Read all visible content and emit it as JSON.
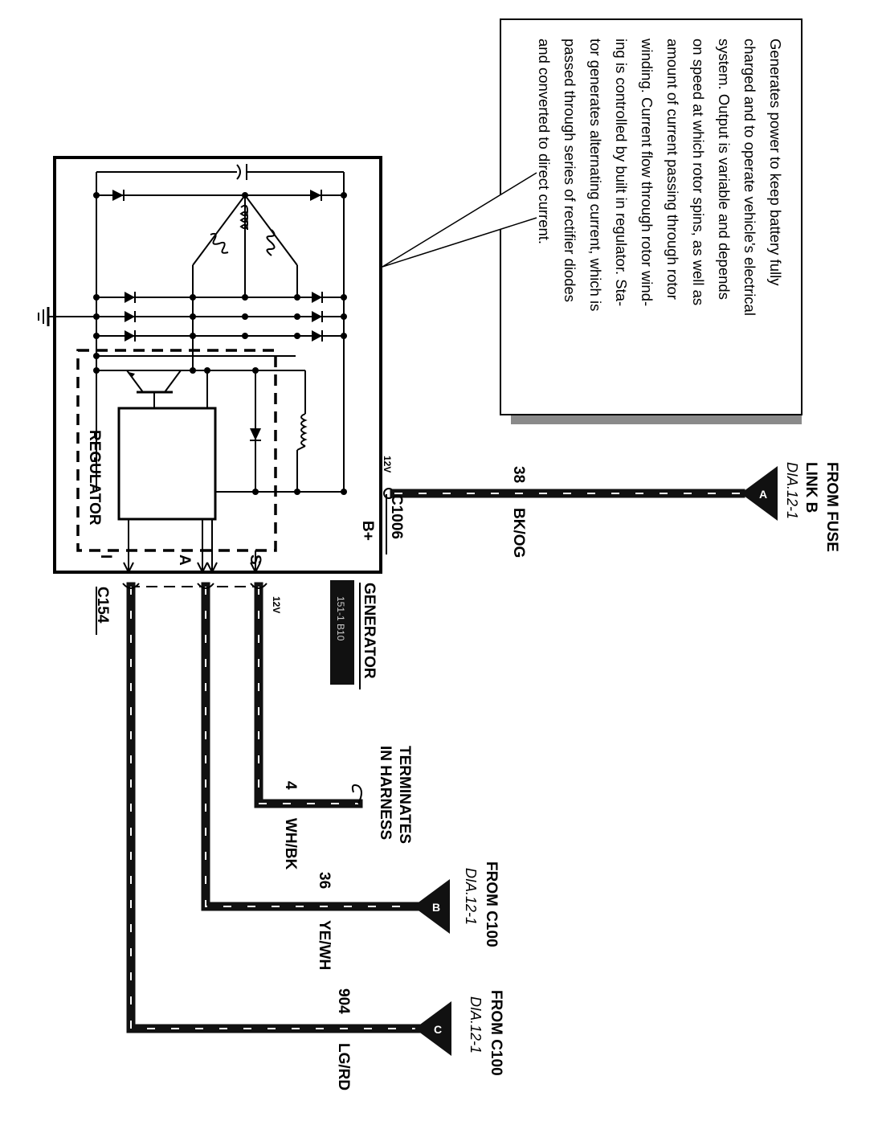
{
  "callout": {
    "lines": [
      "Generates power to keep battery fully",
      "charged and to operate vehicle's electrical",
      "system.  Output is variable and depends",
      "on speed at which rotor spins, as well as",
      "amount of current passing through rotor",
      "winding.  Current flow through rotor wind-",
      "ing is controlled by built in regulator.  Sta-",
      "tor generates alternating current, which is",
      "passed through series of rectifier diodes",
      "and converted to direct current."
    ]
  },
  "generator": {
    "name": "GENERATOR",
    "badge": "151-1 B10",
    "regulator_label": "REGULATOR",
    "bplus": "B+",
    "volt_12v": "12V",
    "pins": {
      "s": "S",
      "a": "A",
      "i": "I"
    }
  },
  "connectors": {
    "c1006": "C1006",
    "c154": "C154"
  },
  "wires": {
    "w38": {
      "circuit": "38",
      "color": "BK/OG",
      "ref": "A",
      "from": "FROM FUSE",
      "from2": "LINK B",
      "dia": "DIA.12-1"
    },
    "w4": {
      "circuit": "4",
      "color": "WH/BK",
      "note1": "TERMINATES",
      "note2": "IN HARNESS",
      "volt": "12V"
    },
    "w36": {
      "circuit": "36",
      "color": "YE/WH",
      "ref": "B",
      "from": "FROM C100",
      "dia": "DIA.12-1"
    },
    "w904": {
      "circuit": "904",
      "color": "LG/RD",
      "ref": "C",
      "from": "FROM C100",
      "dia": "DIA.12-1"
    }
  }
}
